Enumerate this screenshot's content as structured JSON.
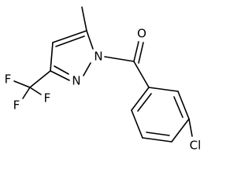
{
  "molecule": {
    "atom_labels": {
      "n1": "N",
      "n2": "N",
      "o": "O",
      "f1": "F",
      "f2": "F",
      "f3": "F",
      "cl": "Cl"
    }
  },
  "colors": {
    "bond": "#000000",
    "text": "#000000",
    "background": "#ffffff"
  }
}
